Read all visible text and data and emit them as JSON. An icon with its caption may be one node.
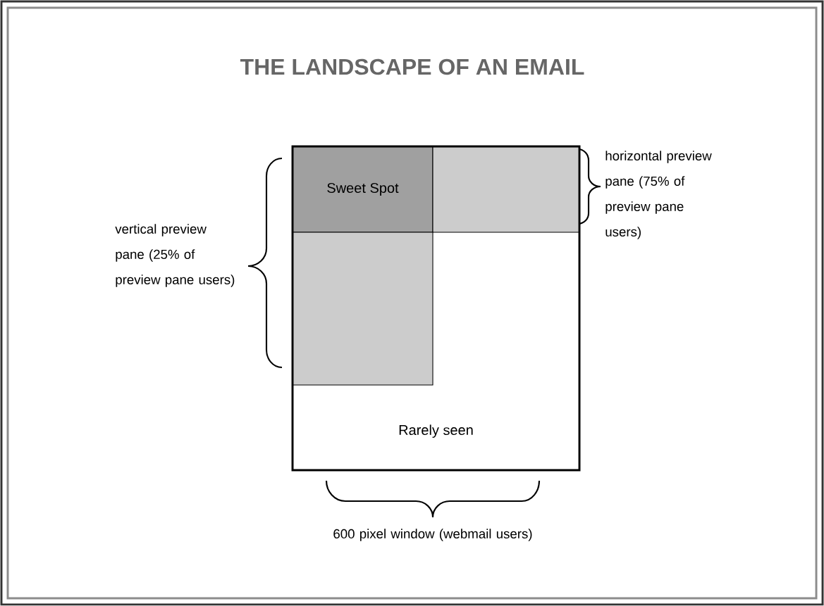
{
  "diagram": {
    "title": "THE LANDSCAPE OF AN EMAIL",
    "nodes": [
      {
        "text": [
          "Rarely seen"
        ]
      },
      {
        "text": [
          "Sweet Spot"
        ],
        "in": 0
      },
      {
        "text": [],
        "shape": "box",
        "in": 0
      },
      {
        "text": [],
        "shape": "box",
        "in": 0
      }
    ],
    "labels": [
      "vertical preview pane (25% of preview pane users)",
      "horizontal preview pane (75% of preview pane users)",
      "600 pixel window (webmail users)"
    ]
  }
}
